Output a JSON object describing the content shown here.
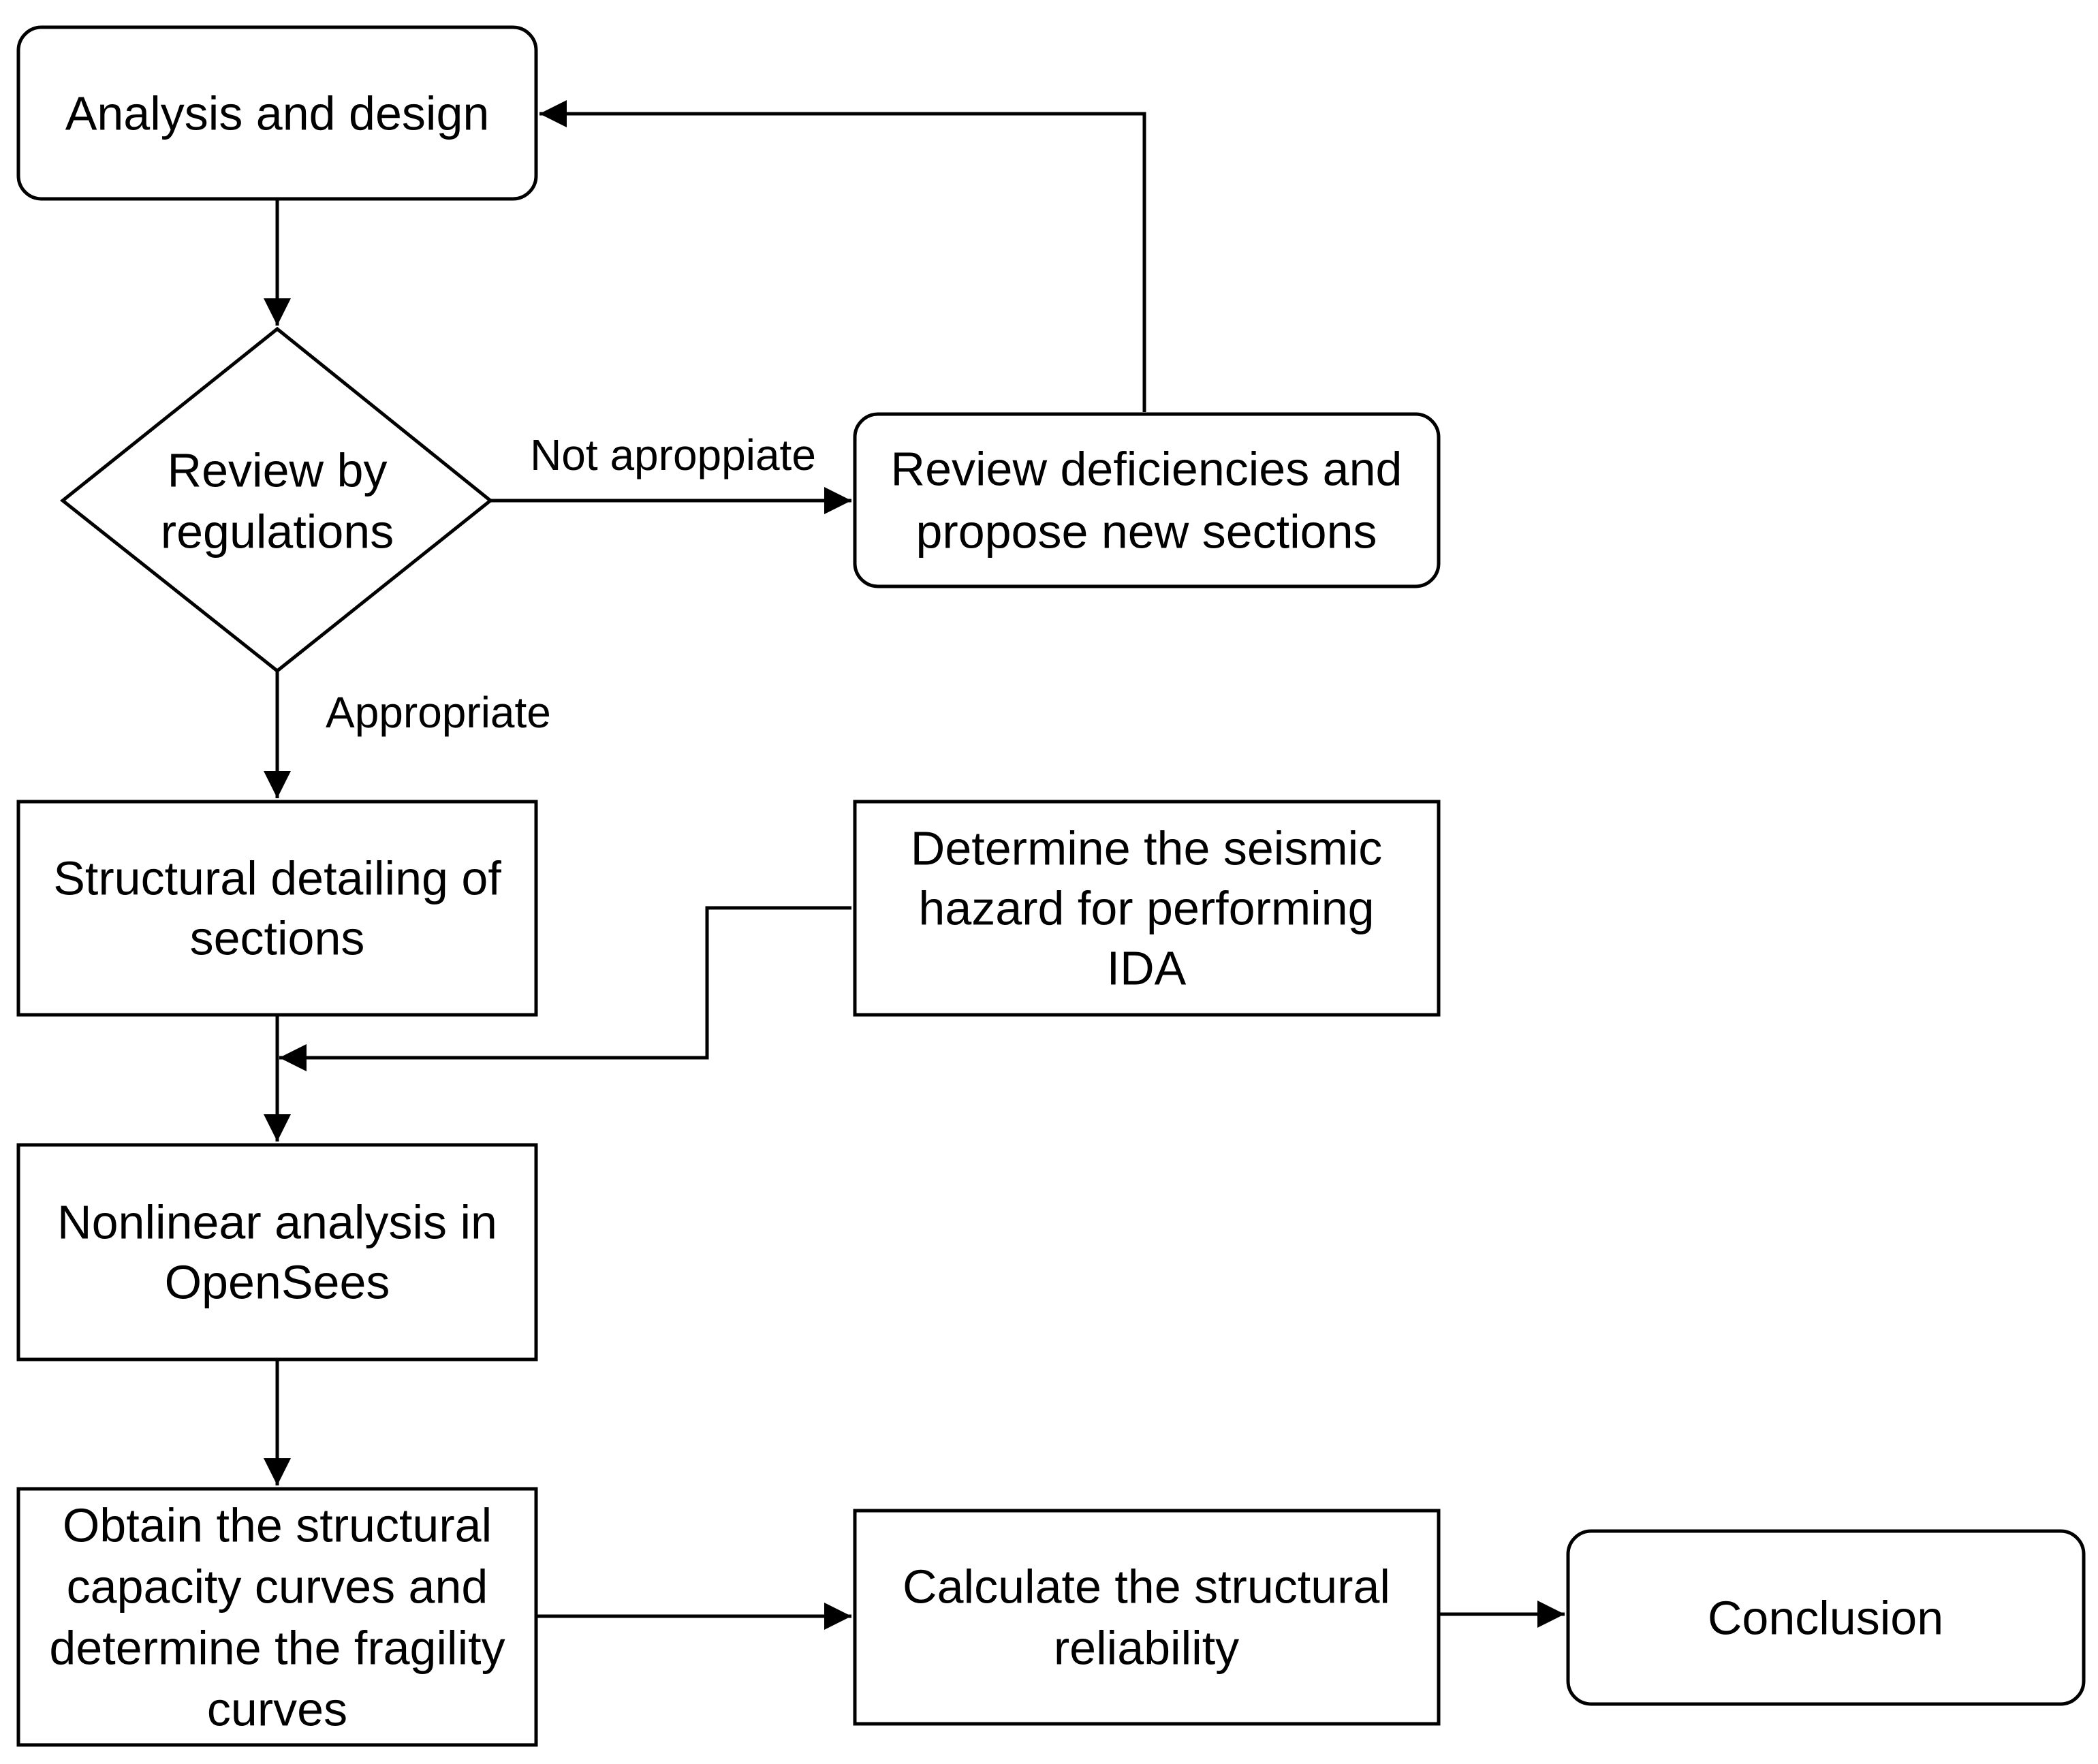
{
  "diagram": {
    "nodes": {
      "analysis_design": {
        "lines": [
          "Analysis and design"
        ]
      },
      "review_regulations": {
        "lines": [
          "Review by",
          "regulations"
        ]
      },
      "review_deficiencies": {
        "lines": [
          "Review deficiencies and",
          "propose new sections"
        ]
      },
      "structural_detailing": {
        "lines": [
          "Structural detailing of",
          "sections"
        ]
      },
      "seismic_hazard": {
        "lines": [
          "Determine the seismic",
          "hazard for performing",
          "IDA"
        ]
      },
      "nonlinear_analysis": {
        "lines": [
          "Nonlinear analysis in",
          "OpenSees"
        ]
      },
      "capacity_curves": {
        "lines": [
          "Obtain the structural",
          "capacity curves and",
          "determine the fragility",
          "curves"
        ]
      },
      "reliability": {
        "lines": [
          "Calculate the structural",
          "reliability"
        ]
      },
      "conclusion": {
        "lines": [
          "Conclusion"
        ]
      }
    },
    "edge_labels": {
      "not_appropriate": "Not aproppiate",
      "appropriate": "Appropriate"
    }
  }
}
